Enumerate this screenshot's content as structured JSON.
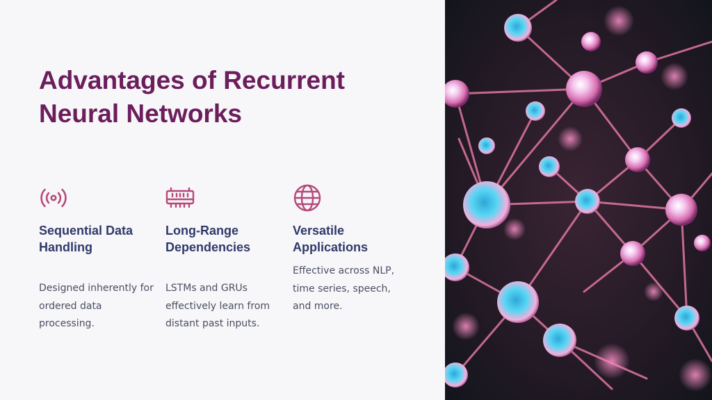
{
  "slide": {
    "title": "Advantages of Recurrent Neural Networks",
    "accent_color": "#6b1d5c",
    "icon_color": "#b5497a",
    "heading_color": "#2f3a6b"
  },
  "features": [
    {
      "icon": "broadcast-signal-icon",
      "title": "Sequential Data Handling",
      "description": "Designed inherently for ordered data processing."
    },
    {
      "icon": "memory-chip-icon",
      "title": "Long-Range Dependencies",
      "description": "LSTMs and GRUs effectively learn from distant past inputs."
    },
    {
      "icon": "globe-icon",
      "title": "Versatile Applications",
      "description": "Effective across NLP, time series, speech, and more."
    }
  ],
  "image": {
    "subject": "neural-network-nodes-image"
  }
}
